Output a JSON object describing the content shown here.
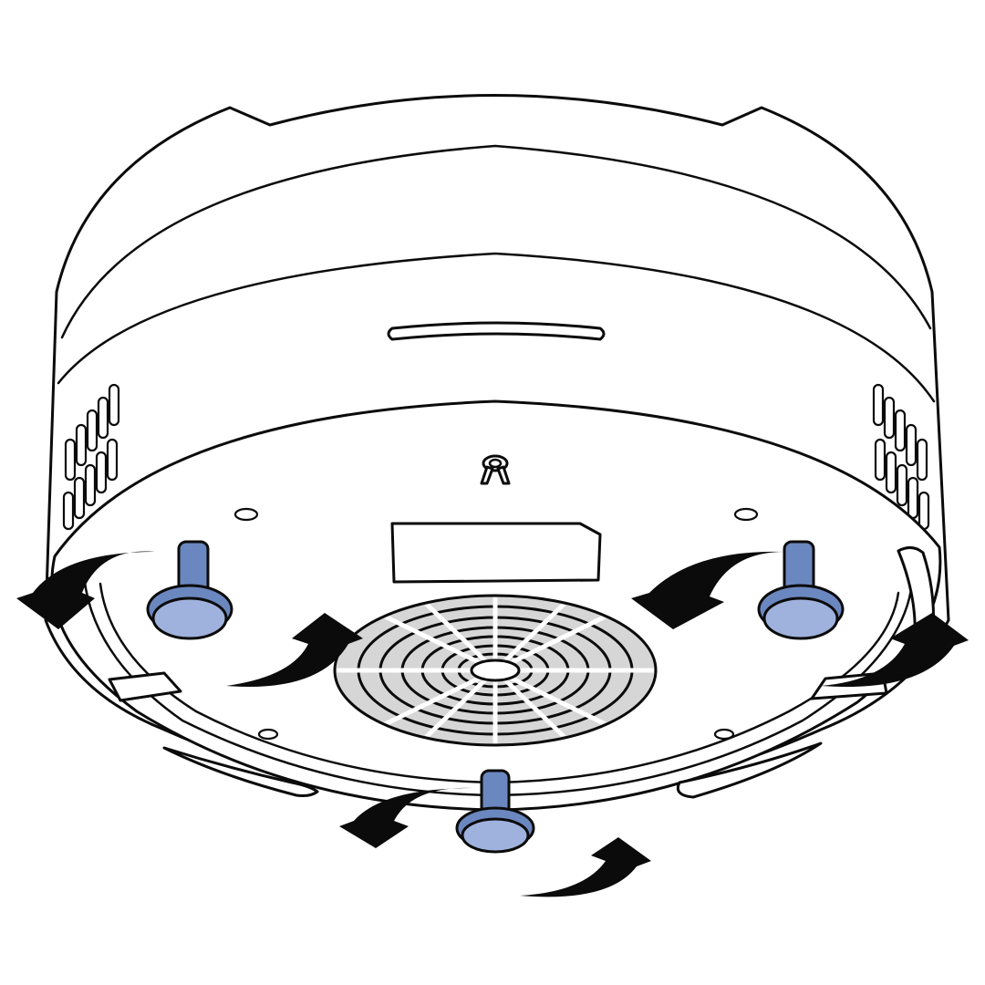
{
  "colors": {
    "outline": "#0b0b0b",
    "body": "#ffffff",
    "foot_dark": "#6b87bf",
    "foot_light": "#9fb2dd",
    "grille_fill": "#d6d6d6",
    "arrow": "#0b0b0b"
  },
  "icons": {
    "foot": "rubber-foot-icon",
    "rotate_arrow": "rotate-counterclockwise-arrow-icon",
    "fan_grille": "fan-grille-icon",
    "hanger": "hanger-loop-icon"
  },
  "feet": [
    "left",
    "right",
    "front"
  ]
}
